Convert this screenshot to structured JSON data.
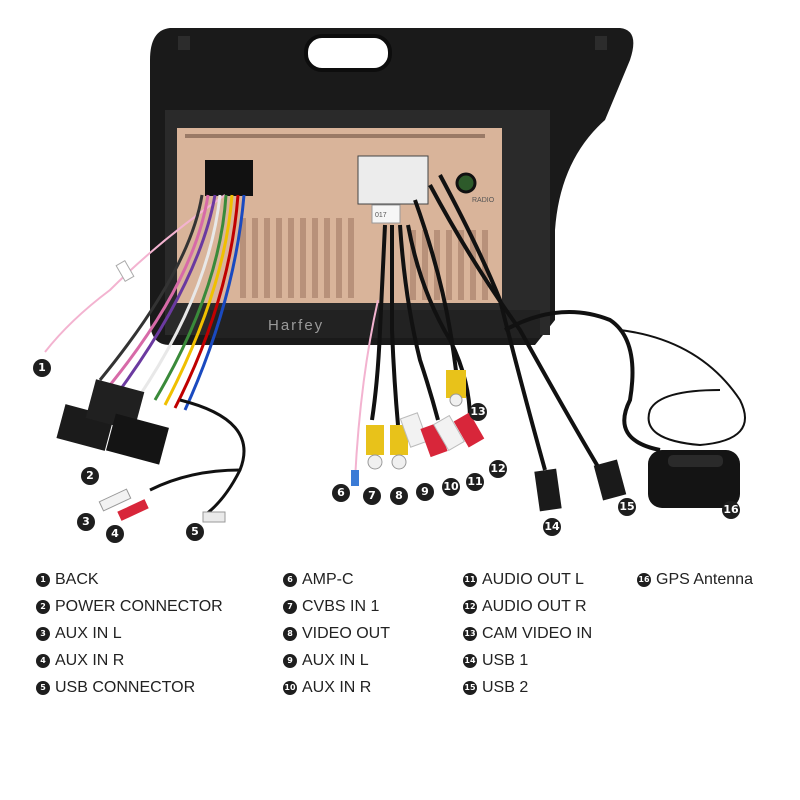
{
  "watermark": "Harfey",
  "photo_labels": {
    "sticker": "017",
    "radio": "RADIO"
  },
  "callouts": [
    "1",
    "2",
    "3",
    "4",
    "5",
    "6",
    "7",
    "8",
    "9",
    "10",
    "11",
    "12",
    "13",
    "14",
    "15",
    "16"
  ],
  "legend": {
    "col1": [
      {
        "num": "1",
        "label": "BACK"
      },
      {
        "num": "2",
        "label": "POWER CONNECTOR"
      },
      {
        "num": "3",
        "label": "AUX IN L"
      },
      {
        "num": "4",
        "label": "AUX IN R"
      },
      {
        "num": "5",
        "label": "USB CONNECTOR"
      }
    ],
    "col2": [
      {
        "num": "6",
        "label": "AMP-C"
      },
      {
        "num": "7",
        "label": "CVBS IN 1"
      },
      {
        "num": "8",
        "label": "VIDEO OUT"
      },
      {
        "num": "9",
        "label": "AUX IN L"
      },
      {
        "num": "10",
        "label": "AUX IN R"
      }
    ],
    "col3": [
      {
        "num": "11",
        "label": "AUDIO OUT L"
      },
      {
        "num": "12",
        "label": "AUDIO OUT R"
      },
      {
        "num": "13",
        "label": "CAM VIDEO IN"
      },
      {
        "num": "14",
        "label": "USB 1"
      },
      {
        "num": "15",
        "label": "USB 2"
      }
    ],
    "col4": [
      {
        "num": "16",
        "label": "GPS Antenna"
      }
    ]
  },
  "colors": {
    "bezel": "#1a1a1a",
    "chassis": "#d9b49a",
    "rca_yellow": "#e8c21a",
    "rca_red": "#d8263a",
    "rca_white": "#f2f2f2",
    "cable_black": "#111111"
  }
}
